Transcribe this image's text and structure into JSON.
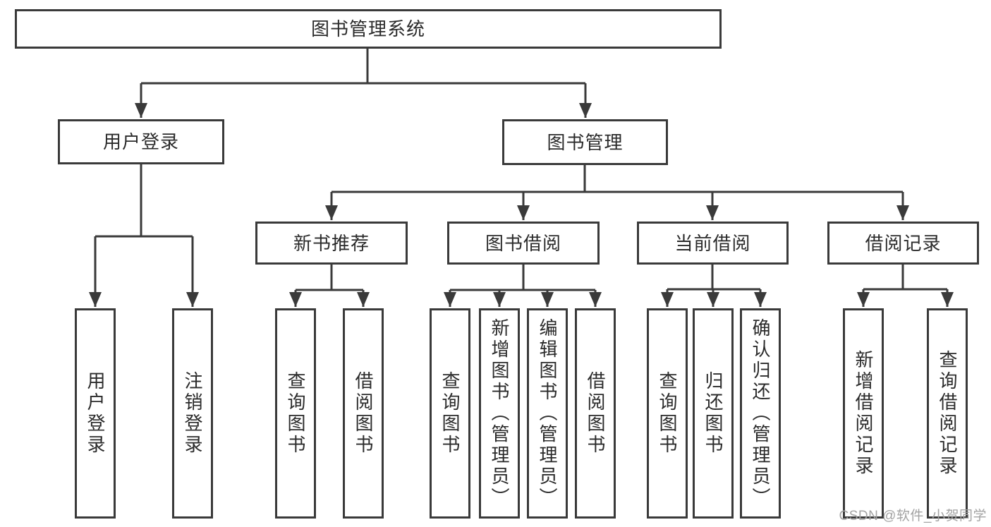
{
  "tree": {
    "root_label": "图书管理系统",
    "user_branch": {
      "label": "用户登录",
      "children": [
        {
          "label": "用户登录"
        },
        {
          "label": "注销登录"
        }
      ]
    },
    "mgmt_branch": {
      "label": "图书管理",
      "groups": [
        {
          "label": "新书推荐",
          "children": [
            {
              "label": "查询图书"
            },
            {
              "label": "借阅图书"
            }
          ]
        },
        {
          "label": "图书借阅",
          "children": [
            {
              "label": "查询图书"
            },
            {
              "label": "新增图书（管理员）"
            },
            {
              "label": "编辑图书（管理员）"
            },
            {
              "label": "借阅图书"
            }
          ]
        },
        {
          "label": "当前借阅",
          "children": [
            {
              "label": "查询图书"
            },
            {
              "label": "归还图书"
            },
            {
              "label": "确认归还（管理员）"
            }
          ]
        },
        {
          "label": "借阅记录",
          "children": [
            {
              "label": "新增借阅记录"
            },
            {
              "label": "查询借阅记录"
            }
          ]
        }
      ]
    }
  },
  "watermark": {
    "text": "CSDN @软件_小贺同学"
  },
  "colors": {
    "line": "#3a3a3a",
    "text": "#2b2b2b",
    "watermark": "#a3a3a3",
    "background": "#ffffff"
  }
}
